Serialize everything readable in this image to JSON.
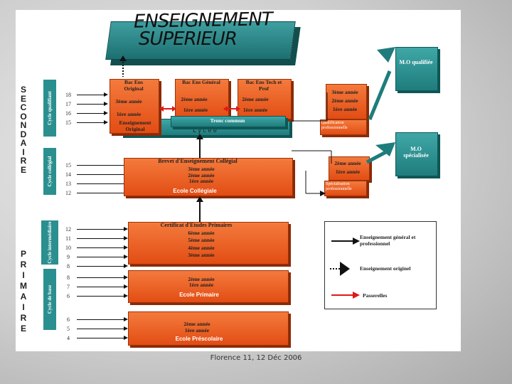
{
  "title": {
    "line1": "ENSEIGNEMENT",
    "line2": "SUPERIEUR"
  },
  "side_labels": {
    "secondaire": [
      "S",
      "E",
      "C",
      "O",
      "N",
      "D",
      "A",
      "I",
      "R",
      "E"
    ],
    "primaire": [
      "P",
      "R",
      "I",
      "M",
      "A",
      "I",
      "R",
      "E"
    ]
  },
  "cycles": {
    "qualifiant": "Cycle qualifiant",
    "collegial": "Cycle collégial",
    "intermediaire": "Cycle intermédiaire",
    "base": "Cycle de base"
  },
  "ages": {
    "qualifiant": [
      "18",
      "17",
      "16",
      "15"
    ],
    "collegial": [
      "15",
      "14",
      "13",
      "12"
    ],
    "intermediaire": [
      "12",
      "11",
      "10",
      "9",
      "8"
    ],
    "primaire_base": [
      "8",
      "7",
      "6"
    ],
    "prescolaire": [
      "6",
      "5",
      "4"
    ]
  },
  "bac": {
    "original": "Bac Ens Original",
    "general": "Bac Ens Général",
    "tech": "Bac Ens Tech et Prof"
  },
  "years": {
    "y3": "3ème année",
    "y2": "2ème année",
    "y1": "1ère année",
    "y4": "4ème année",
    "y5": "5ème année",
    "y6": "6ème année"
  },
  "lycee": {
    "original": "Enseignement Original",
    "tronc": "Tronc commun",
    "lycee": "L y c é e"
  },
  "college": {
    "brevet": "Brevet d'Enseignement Collégial",
    "ecole": "Ecole Collégiale"
  },
  "primaire": {
    "certificat": "Certificat d'Etudes Primaires",
    "ecole": "Ecole Primaire"
  },
  "prescolaire": {
    "ecole": "Ecole Préscolaire"
  },
  "right": {
    "mo_qualifiee": "M.O qualifiée",
    "mo_specialisee": "M.O spécialisée",
    "qualification": "Qualification professionnelle",
    "specialisation": "Spécialisation professionnelle"
  },
  "legend": {
    "general": "Enseignement général et professionnel",
    "original": "Enseignement originel",
    "passerelles": "Passerelles"
  },
  "caption": "Florence 11, 12 Déc 2006"
}
